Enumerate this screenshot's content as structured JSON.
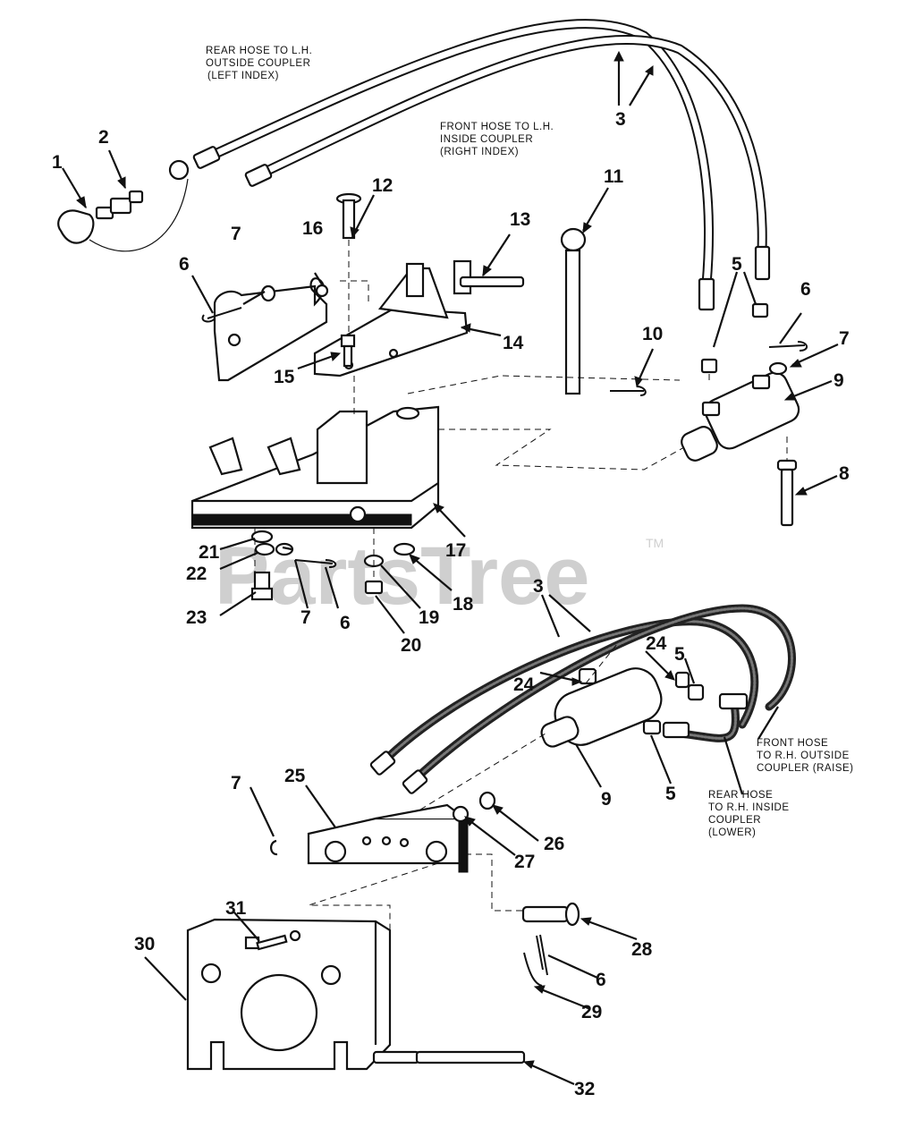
{
  "watermark": {
    "text": "PartsTree",
    "trademark": "TM"
  },
  "captions": {
    "rear_hose_lh": [
      "REAR HOSE TO L.H.",
      "OUTSIDE COUPLER",
      "(LEFT INDEX)"
    ],
    "front_hose_lh": [
      "FRONT HOSE TO L.H.",
      "INSIDE COUPLER",
      "(RIGHT INDEX)"
    ],
    "front_hose_rh": [
      "FRONT HOSE",
      "TO R.H. OUTSIDE",
      "COUPLER (RAISE)"
    ],
    "rear_hose_rh": [
      "REAR HOSE",
      "TO R.H. INSIDE",
      "COUPLER",
      "(LOWER)"
    ]
  },
  "callouts": {
    "c1": "1",
    "c2": "2",
    "c3a": "3",
    "c3b": "3",
    "c5a": "5",
    "c5b": "5",
    "c5c": "5",
    "c6a": "6",
    "c6b": "6",
    "c6c": "6",
    "c6d": "6",
    "c7a": "7",
    "c7b": "7",
    "c7c": "7",
    "c7d": "7",
    "c8": "8",
    "c9a": "9",
    "c9b": "9",
    "c10": "10",
    "c11": "11",
    "c12": "12",
    "c13": "13",
    "c14": "14",
    "c15": "15",
    "c16": "16",
    "c17": "17",
    "c18": "18",
    "c19": "19",
    "c20": "20",
    "c21": "21",
    "c22": "22",
    "c23": "23",
    "c24a": "24",
    "c24b": "24",
    "c25": "25",
    "c26": "26",
    "c27": "27",
    "c28": "28",
    "c29": "29",
    "c30": "30",
    "c31": "31",
    "c32": "32"
  }
}
